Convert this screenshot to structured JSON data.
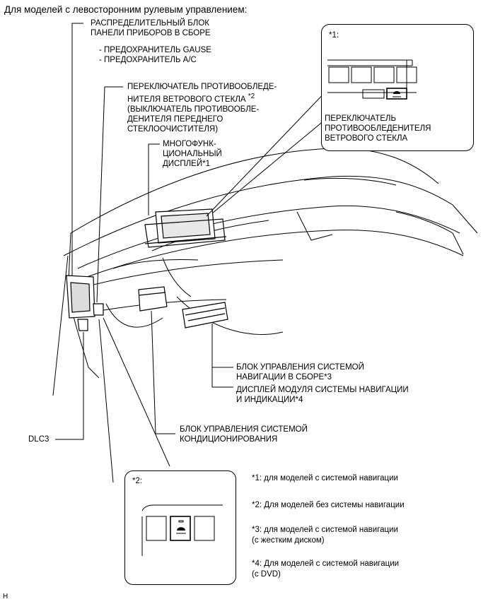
{
  "header": "Для моделей с левосторонним рулевым управлением:",
  "labels": {
    "junction_block": [
      "РАСПРЕДЕЛИТЕЛЬНЫЙ БЛОК",
      "ПАНЕЛИ ПРИБОРОВ В СБОРЕ"
    ],
    "fuses": [
      "- ПРЕДОХРАНИТЕЛЬ GAUSE",
      "- ПРЕДОХРАНИТЕЛЬ A/C"
    ],
    "deicer_switch": [
      "ПЕРЕКЛЮЧАТЕЛЬ ПРОТИВООБЛЕДЕ-",
      "НИТЕЛЯ ВЕТРОВОГО СТЕКЛА",
      "(ВЫКЛЮЧАТЕЛЬ ПРОТИВООБЛЕ-",
      "ДЕНИТЕЛЯ ПЕРЕДНЕГО",
      "СТЕКЛООЧИСТИТЕЛЯ)"
    ],
    "deicer_switch_note": "*2",
    "multi_display": [
      "МНОГОФУНК-",
      "ЦИОНАЛЬНЫЙ",
      "ДИСПЛЕЙ*1"
    ],
    "nav_ecu": [
      "БЛОК УПРАВЛЕНИЯ СИСТЕМОЙ",
      "НАВИГАЦИИ В СБОРЕ*3"
    ],
    "nav_display": [
      "ДИСПЛЕЙ МОДУЛЯ СИСТЕМЫ НАВИГАЦИИ",
      "И ИНДИКАЦИИ*4"
    ],
    "ac_ecu": [
      "БЛОК УПРАВЛЕНИЯ СИСТЕМОЙ",
      "КОНДИЦИОНИРОВАНИЯ"
    ],
    "dlc3": "DLC3"
  },
  "callout1": {
    "tag": "*1:",
    "text": [
      "ПЕРЕКЛЮЧАТЕЛЬ",
      "ПРОТИВООБЛЕДЕНИТЕЛЯ",
      "ВЕТРОВОГО СТЕКЛА"
    ]
  },
  "callout2": {
    "tag": "*2:"
  },
  "footnotes": [
    "*1: для моделей с системой навигации",
    "*2: Для моделей без системы навигации",
    "*3: для моделей с системой навигации",
    "(с жестким диском)",
    "*4: Для моделей с системой навигации",
    "(с DVD)"
  ],
  "corner_mark": "H"
}
